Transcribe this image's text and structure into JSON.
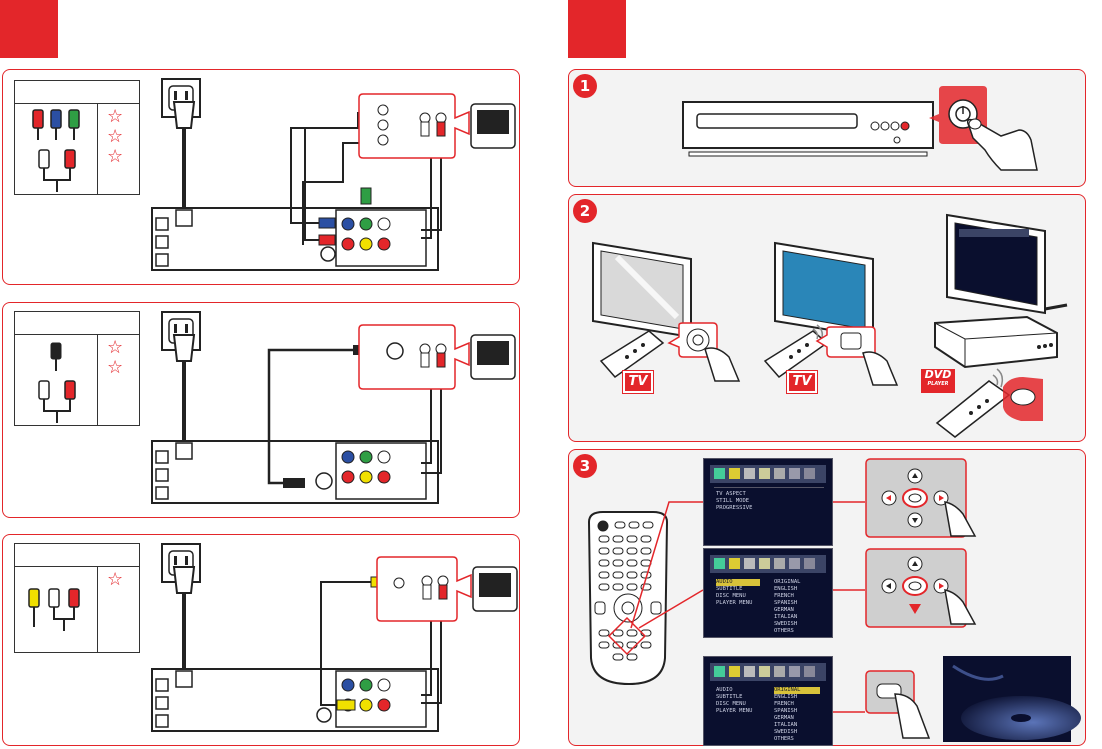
{
  "left_panels": [
    {
      "id": "component",
      "quality_stars": 3
    },
    {
      "id": "s-video",
      "quality_stars": 2
    },
    {
      "id": "composite",
      "quality_stars": 1
    }
  ],
  "right": {
    "steps": [
      "1",
      "2",
      "3"
    ],
    "step2": {
      "tv_label_1": "TV",
      "tv_label_2": "TV",
      "dvd_label_main": "DVD",
      "dvd_label_sub": "PLAYER"
    },
    "osd_menu_1": {
      "items": [
        "TV ASPECT",
        "STILL MODE",
        "PROGRESSIVE"
      ]
    },
    "osd_menu_2": {
      "left_items": [
        "AUDIO",
        "SUBTITLE",
        "DISC MENU",
        "PLAYER MENU"
      ],
      "right_items": [
        "ORIGINAL",
        "ENGLISH",
        "FRENCH",
        "SPANISH",
        "GERMAN",
        "ITALIAN",
        "SWEDISH",
        "OTHERS"
      ]
    },
    "osd_menu_3": {
      "left_items": [
        "AUDIO",
        "SUBTITLE",
        "DISC MENU",
        "PLAYER MENU"
      ],
      "right_items": [
        "ORIGINAL",
        "ENGLISH",
        "FRENCH",
        "SPANISH",
        "GERMAN",
        "ITALIAN",
        "SWEDISH",
        "OTHERS"
      ]
    }
  },
  "colors": {
    "accent": "#e3262a",
    "cable": "#222222",
    "green_jack": "#2f9e44",
    "blue_jack": "#2b4fa3",
    "red_jack": "#e3262a",
    "yellow_jack": "#f0e000",
    "screen_blue": "#2a86b8"
  }
}
